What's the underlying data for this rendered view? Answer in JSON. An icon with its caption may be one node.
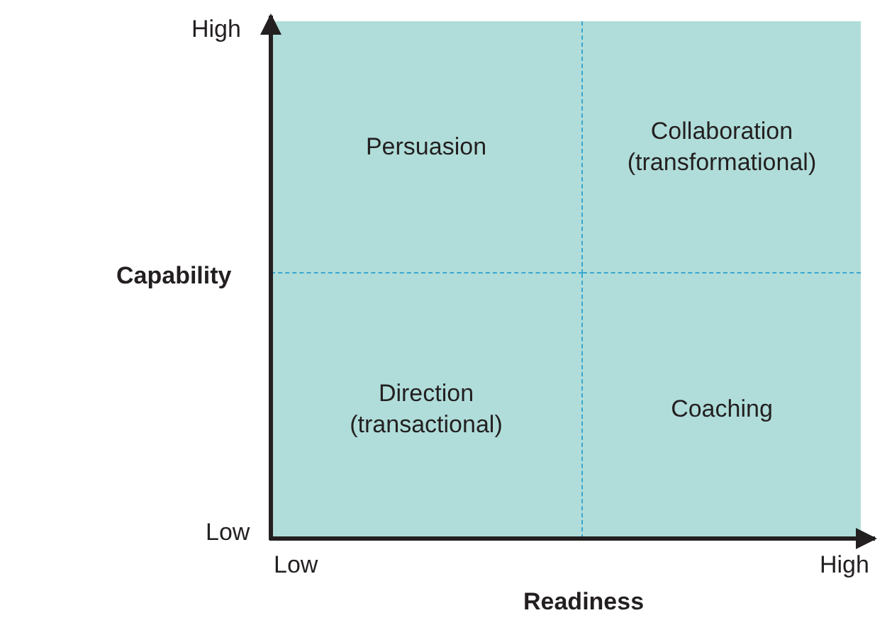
{
  "diagram": {
    "nodes": [
      {
        "text": [
          "Persuasion"
        ]
      },
      {
        "text": [
          "Collaboration (transformational)"
        ]
      },
      {
        "text": [
          "Direction (transactional)"
        ]
      },
      {
        "text": [
          "Coaching"
        ]
      }
    ],
    "labels": [
      "High",
      "Capability",
      "Low",
      "Low",
      "High",
      "Readiness"
    ]
  }
}
